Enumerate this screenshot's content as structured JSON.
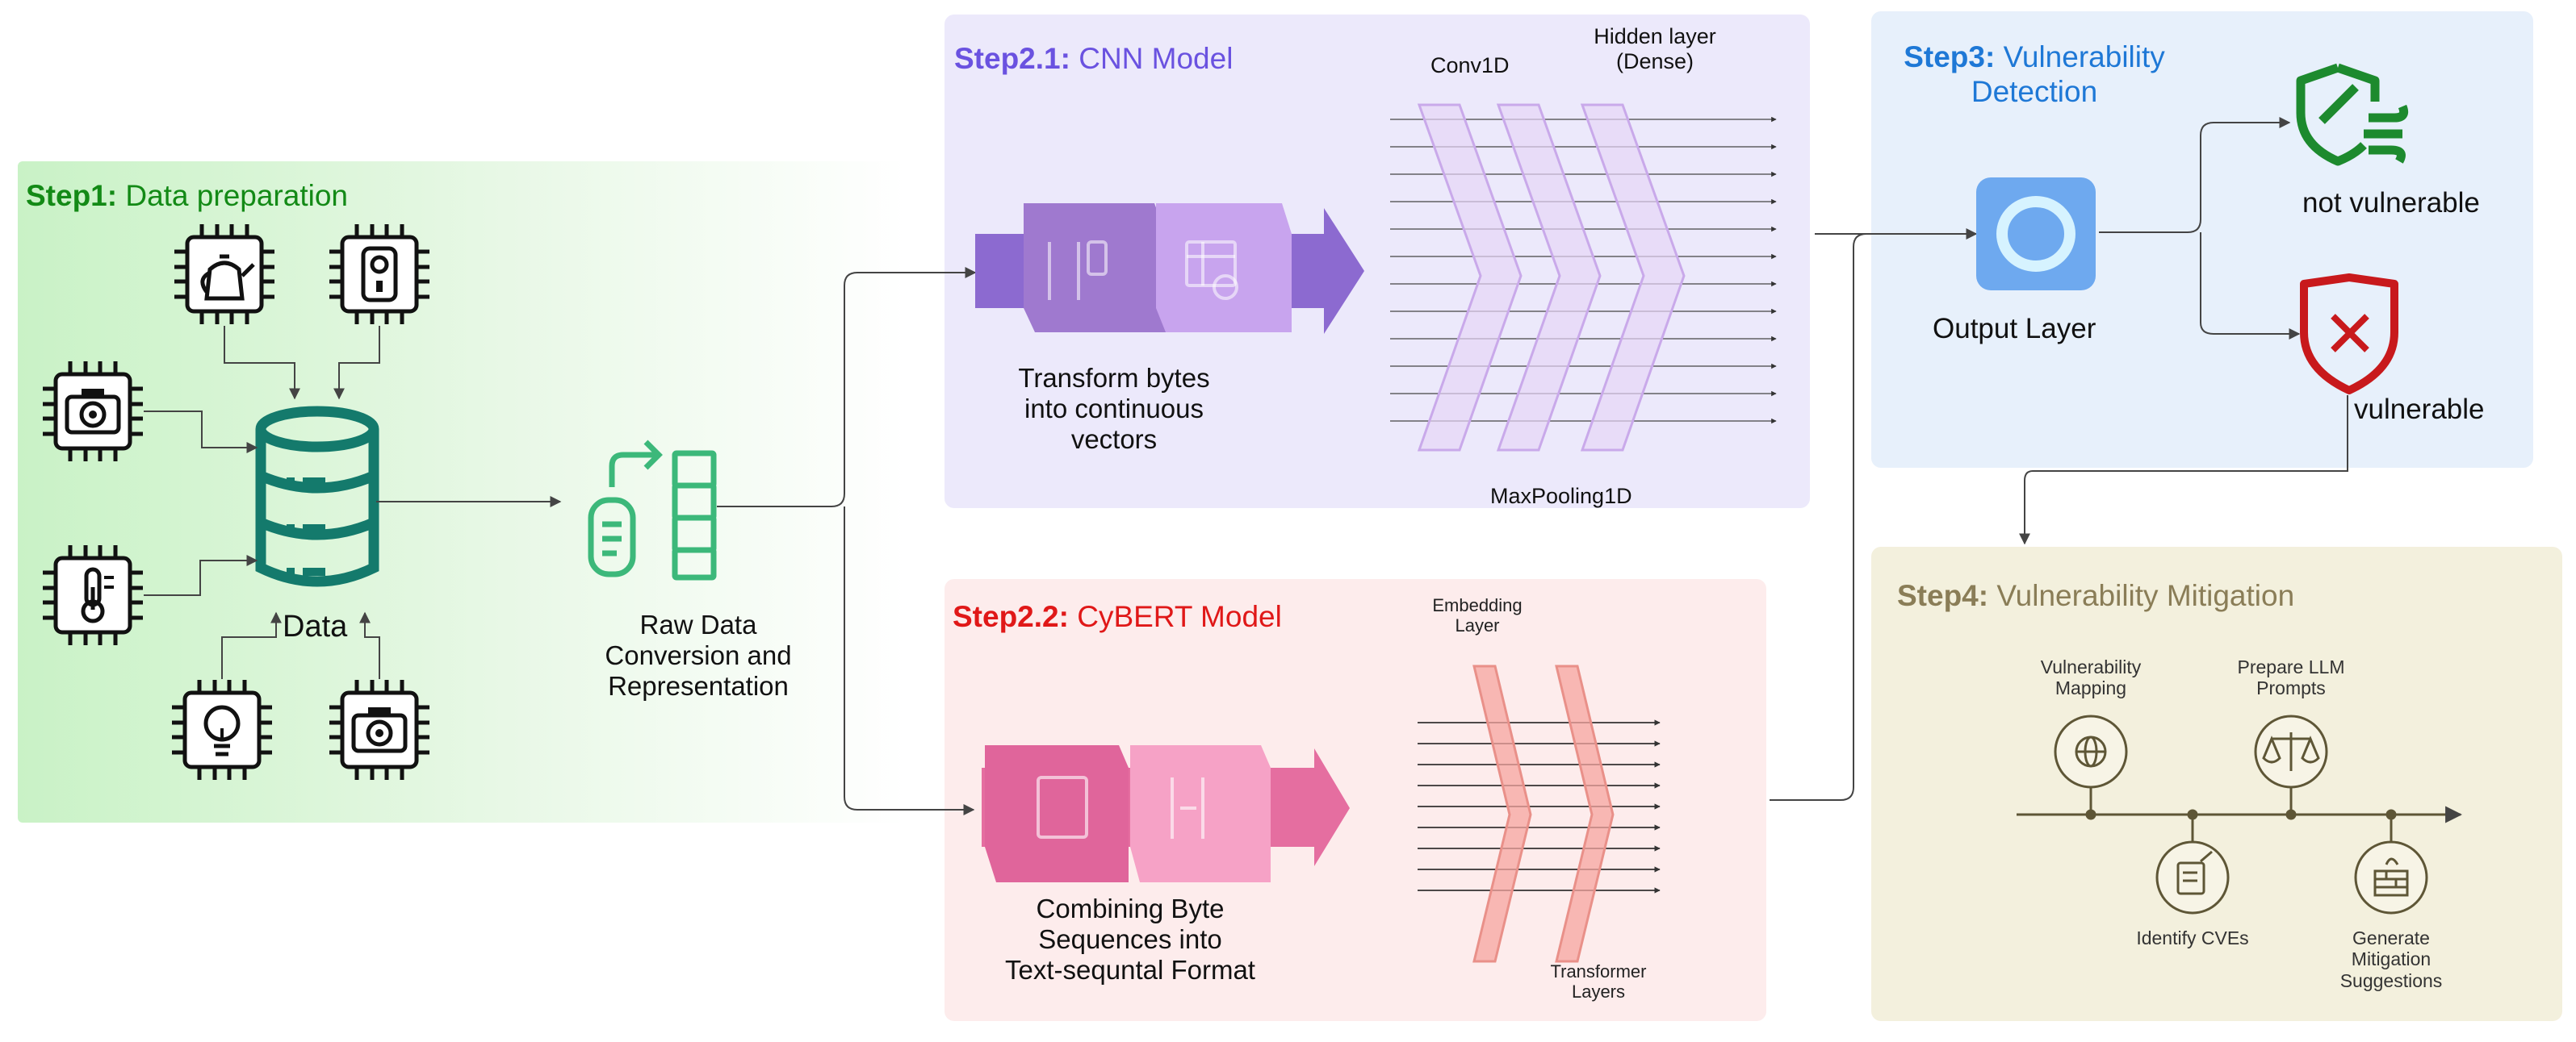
{
  "colors": {
    "step1_green": "#138a16",
    "step21_purple": "#6a52e0",
    "step22_red": "#e01818",
    "step3_blue": "#1e78d6",
    "step4_olive": "#8a7d57",
    "device_icon": "#111111",
    "database_teal": "#147a6c",
    "raw_data_green": "#3cb87a",
    "not_vuln_green": "#1d8a2e",
    "vuln_red": "#c8191c"
  },
  "step1": {
    "step": "Step1:",
    "title": "Data preparation",
    "data_label": "Data"
  },
  "raw": {
    "line1": "Raw Data",
    "line2": "Conversion and",
    "line3": "Representation"
  },
  "step21": {
    "step": "Step2.1:",
    "title": "CNN Model",
    "desc1": "Transform bytes",
    "desc2": "into continuous",
    "desc3": "vectors",
    "conv": "Conv1D",
    "hidden1": "Hidden layer",
    "hidden2": "(Dense)",
    "pool": "MaxPooling1D"
  },
  "step22": {
    "step": "Step2.2:",
    "title": "CyBERT Model",
    "desc1": "Combining Byte",
    "desc2": "Sequences into",
    "desc3": "Text-sequntal Format",
    "emb1": "Embedding",
    "emb2": "Layer",
    "trans1": "Transformer",
    "trans2": "Layers"
  },
  "step3": {
    "step": "Step3:",
    "title1": "Vulnerability",
    "title2": "Detection",
    "output": "Output Layer",
    "not_vuln": "not vulnerable",
    "vuln": "vulnerable"
  },
  "step4": {
    "step": "Step4:",
    "title": "Vulnerability Mitigation",
    "m1a": "Vulnerability",
    "m1b": "Mapping",
    "m2a": "Prepare LLM",
    "m2b": "Prompts",
    "m3": "Identify CVEs",
    "m4a": "Generate",
    "m4b": "Mitigation",
    "m4c": "Suggestions"
  }
}
